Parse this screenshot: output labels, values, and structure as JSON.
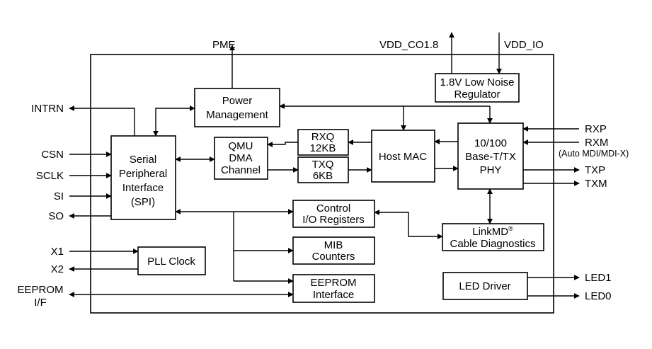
{
  "diagram": {
    "blocks": {
      "power": [
        "Power",
        "Management"
      ],
      "regulator": [
        "1.8V Low Noise",
        "Regulator"
      ],
      "spi": [
        "Serial",
        "Peripheral",
        "Interface",
        "(SPI)"
      ],
      "qmu": [
        "QMU",
        "DMA",
        "Channel"
      ],
      "rxq": [
        "RXQ",
        "12KB"
      ],
      "txq": [
        "TXQ",
        "6KB"
      ],
      "host_mac": "Host MAC",
      "phy": [
        "10/100",
        "Base-T/TX",
        "PHY"
      ],
      "control": [
        "Control",
        "I/O Registers"
      ],
      "linkmd": [
        "LinkMD",
        "Cable Diagnostics"
      ],
      "linkmd_mark": "®",
      "mib": [
        "MIB",
        "Counters"
      ],
      "pll": "PLL Clock",
      "eeprom": [
        "EEPROM",
        "Interface"
      ],
      "led": "LED Driver"
    },
    "signals": {
      "pme": "PME",
      "vdd_co": "VDD_CO1.8",
      "vdd_io": "VDD_IO",
      "intrn": "INTRN",
      "csn": "CSN",
      "sclk": "SCLK",
      "si": "SI",
      "so": "SO",
      "x1": "X1",
      "x2": "X2",
      "eeprom_if": [
        "EEPROM",
        "I/F"
      ],
      "rxp": "RXP",
      "rxm": "RXM",
      "auto_mdi": "(Auto MDI/MDI-X)",
      "txp": "TXP",
      "txm": "TXM",
      "led1": "LED1",
      "led0": "LED0"
    }
  }
}
